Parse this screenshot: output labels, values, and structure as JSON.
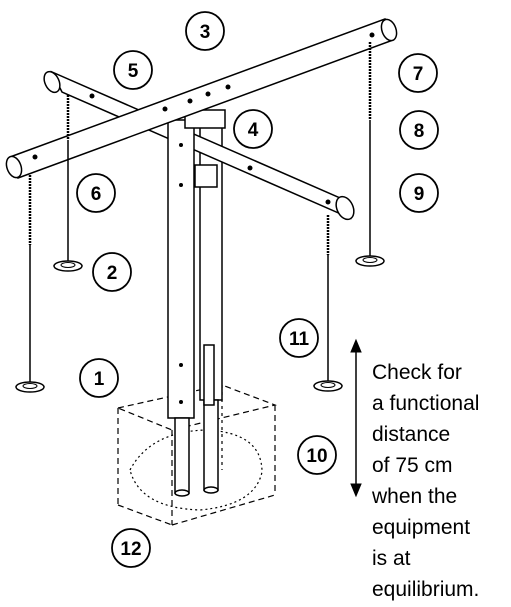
{
  "diagram": {
    "callouts": [
      "1",
      "2",
      "3",
      "4",
      "5",
      "6",
      "7",
      "8",
      "9",
      "10",
      "11",
      "12"
    ],
    "note": {
      "lines": [
        "Check for",
        "a functional",
        "distance",
        "of 75 cm",
        "when the",
        "equipment",
        "is at",
        "equilibrium."
      ]
    }
  }
}
